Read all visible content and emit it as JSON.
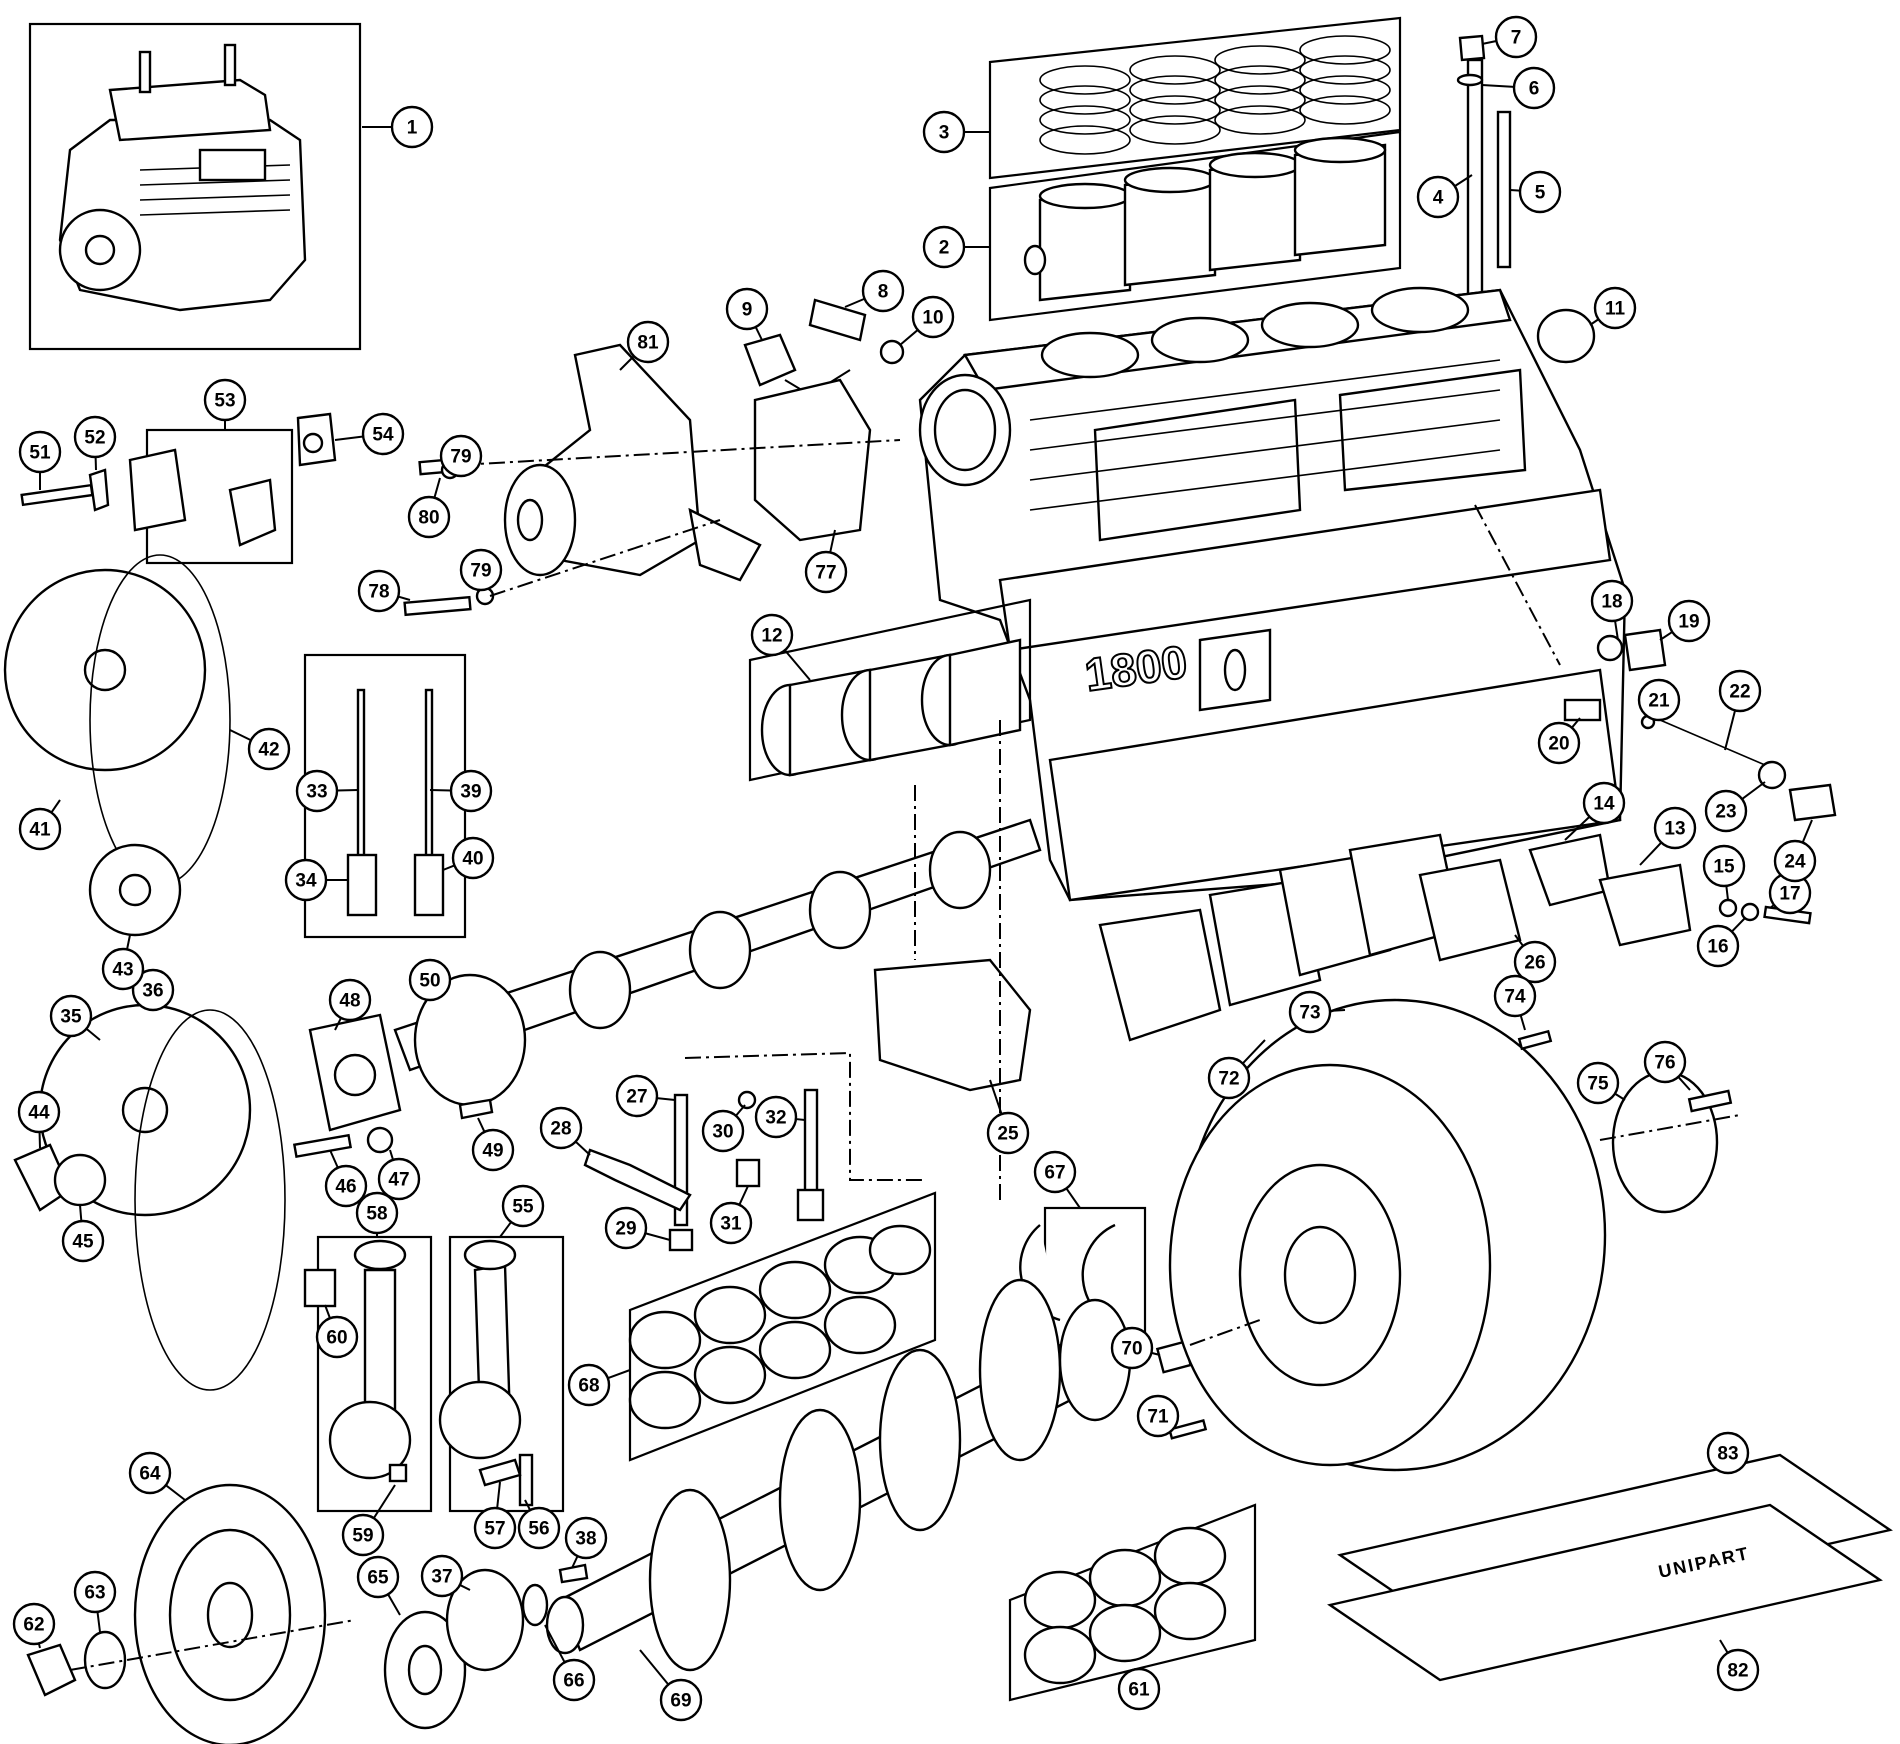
{
  "diagram": {
    "block_casting_label": "1800",
    "gasket_kit_brand": "UNIPART",
    "callout_numbers": [
      "1",
      "2",
      "3",
      "4",
      "5",
      "6",
      "7",
      "8",
      "9",
      "10",
      "11",
      "12",
      "13",
      "14",
      "15",
      "16",
      "17",
      "18",
      "19",
      "20",
      "21",
      "22",
      "23",
      "24",
      "25",
      "26",
      "27",
      "28",
      "29",
      "30",
      "31",
      "32",
      "33",
      "34",
      "35",
      "36",
      "37",
      "38",
      "39",
      "40",
      "41",
      "42",
      "43",
      "44",
      "45",
      "46",
      "47",
      "48",
      "49",
      "50",
      "51",
      "52",
      "53",
      "54",
      "55",
      "56",
      "57",
      "58",
      "59",
      "60",
      "61",
      "62",
      "63",
      "64",
      "65",
      "66",
      "67",
      "68",
      "69",
      "70",
      "71",
      "72",
      "73",
      "74",
      "75",
      "76",
      "77",
      "78",
      "79",
      "79",
      "80",
      "81",
      "82",
      "83"
    ]
  }
}
